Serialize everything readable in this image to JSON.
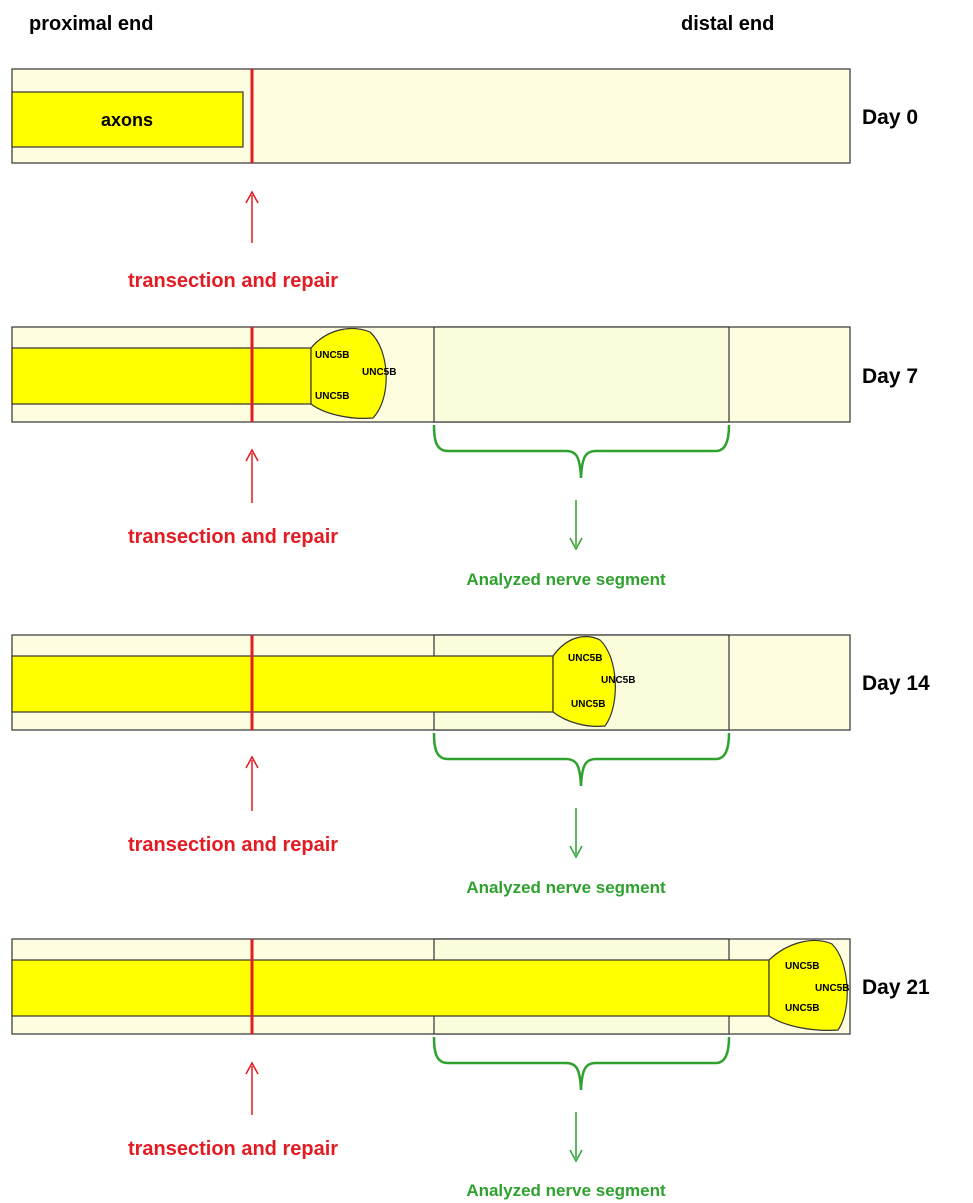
{
  "header": {
    "proximal": "proximal end",
    "distal": "distal end"
  },
  "axon_label": "axons",
  "marker_label": "UNC5B",
  "panels": [
    {
      "day": "Day 0",
      "caption": "transection and repair"
    },
    {
      "day": "Day 7",
      "caption": "transection and repair",
      "segment": "Analyzed nerve segment"
    },
    {
      "day": "Day 14",
      "caption": "transection and repair",
      "segment": "Analyzed nerve segment"
    },
    {
      "day": "Day 21",
      "caption": "transection and repair",
      "segment": "Analyzed nerve segment"
    }
  ],
  "colors": {
    "nerve_fill": "#fffde0",
    "segment_fill": "#fbfcdc",
    "axon_fill": "#ffff00",
    "transection": "#e31b23",
    "segment_bracket": "#2ea12e",
    "outline": "#333333"
  }
}
